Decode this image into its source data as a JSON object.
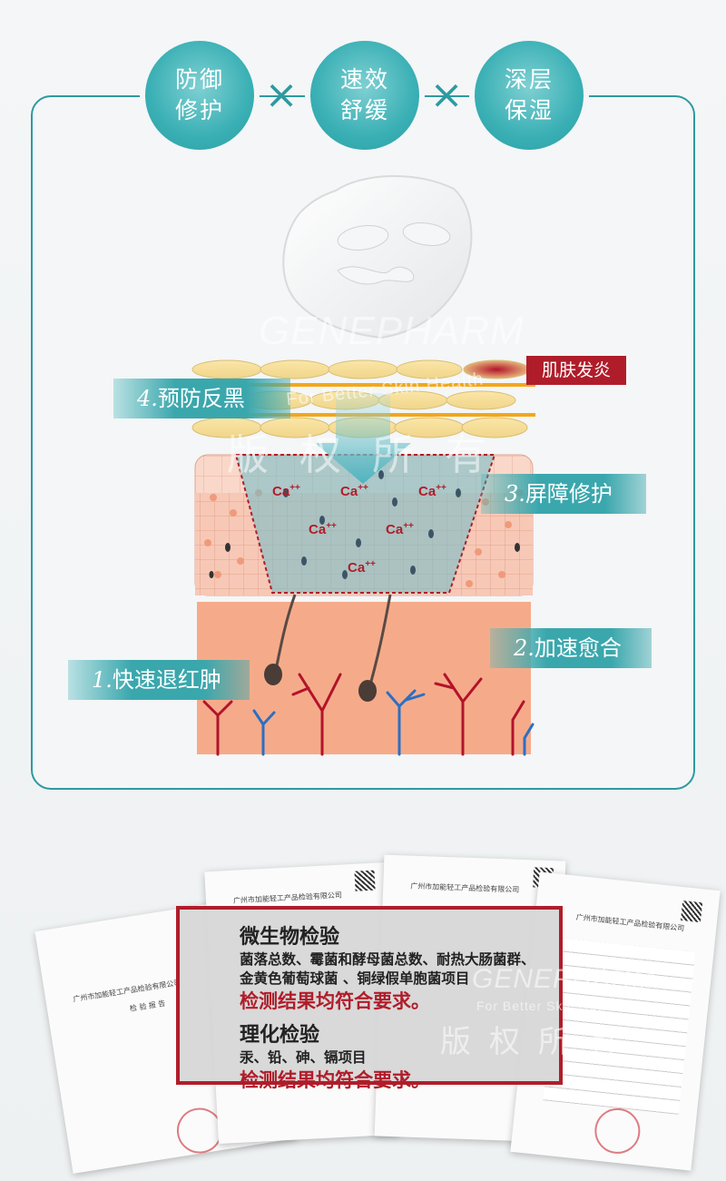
{
  "badges": [
    {
      "line1": "防御",
      "line2": "修护"
    },
    {
      "line1": "速效",
      "line2": "舒缓"
    },
    {
      "line1": "深层",
      "line2": "保湿"
    }
  ],
  "separator": "×",
  "labels": {
    "inflame": "肌肤发炎",
    "step4_num": "4.",
    "step4_text": "预防反黑",
    "step3_num": "3.",
    "step3_text": "屏障修护",
    "step2_num": "2.",
    "step2_text": "加速愈合",
    "step1_num": "1.",
    "step1_text": "快速退红肿"
  },
  "ion": "Ca",
  "ion_charge": "++",
  "watermark": {
    "brand": "GENEPHARM",
    "tagline": "For Better Skin Health",
    "rights": "版权所有"
  },
  "report": {
    "micro_title": "微生物检验",
    "micro_items_1": "菌落总数、霉菌和酵母菌总数、耐热大肠菌群、",
    "micro_items_2": "金黄色葡萄球菌 、铜绿假单胞菌项目",
    "micro_result": "检测结果均符合要求。",
    "chem_title": "理化检验",
    "chem_items": "汞、铅、砷、镉项目",
    "chem_result": "检测结果均符合要求。",
    "doc_title": "广州市加能轻工产品检验有限公司",
    "doc_sub": "检 验 报 告"
  },
  "colors": {
    "teal": "#3aa7ad",
    "red": "#b01d2a",
    "blood_red": "#b3132b",
    "vein_blue": "#2b6fc4"
  }
}
